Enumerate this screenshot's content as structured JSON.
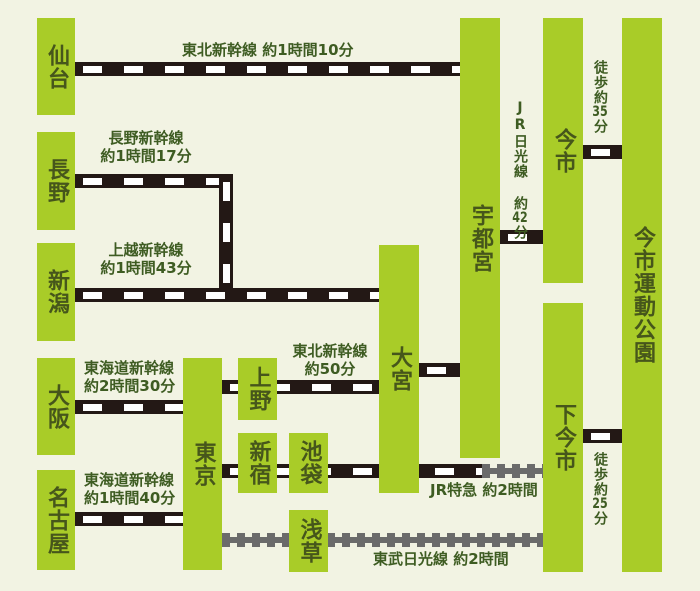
{
  "palette": {
    "background": "#f2f3e3",
    "station_green": "#a9cc28",
    "station_text": "#46561b",
    "label_text": "#3e5c22",
    "rail_black": "#231815",
    "rail_gray": "#6b6b6b",
    "rail_dash": "#ffffff"
  },
  "stations": {
    "sendai": {
      "label": "仙台"
    },
    "nagano": {
      "label": "長野"
    },
    "niigata": {
      "label": "新潟"
    },
    "osaka": {
      "label": "大阪"
    },
    "nagoya": {
      "label": "名古屋"
    },
    "tokyo": {
      "label": "東京"
    },
    "ueno": {
      "label": "上野"
    },
    "shinjuku": {
      "label": "新宿"
    },
    "ikebukuro": {
      "label": "池袋"
    },
    "asakusa": {
      "label": "浅草"
    },
    "omiya": {
      "label": "大宮"
    },
    "utsunomiya": {
      "label": "宇都宮"
    },
    "imaichi": {
      "label": "今市"
    },
    "shimoimaichi": {
      "label": "下今市"
    },
    "park": {
      "label": "今市運動公園"
    }
  },
  "routes": {
    "tohoku_sendai": {
      "label": "東北新幹線 約1時間10分"
    },
    "nagano_shinkansen": {
      "line1": "長野新幹線",
      "line2": "約1時間17分"
    },
    "joetsu_shinkansen": {
      "line1": "上越新幹線",
      "line2": "約1時間43分"
    },
    "tokaido_osaka": {
      "line1": "東海道新幹線",
      "line2": "約2時間30分"
    },
    "tokaido_nagoya": {
      "line1": "東海道新幹線",
      "line2": "約1時間40分"
    },
    "tohoku_omiya": {
      "line1": "東北新幹線",
      "line2": "約50分"
    },
    "jr_express": {
      "label": "JR特急 約2時間"
    },
    "tobu_nikko": {
      "label": "東武日光線 約2時間"
    },
    "jr_nikko": {
      "prefix": "JR日光線 約",
      "digits": "42",
      "suffix": "分"
    },
    "walk_imaichi": {
      "prefix": "徒歩約",
      "digits": "35",
      "suffix": "分"
    },
    "walk_shimoimaichi": {
      "prefix": "徒歩約",
      "digits": "25",
      "suffix": "分"
    }
  }
}
